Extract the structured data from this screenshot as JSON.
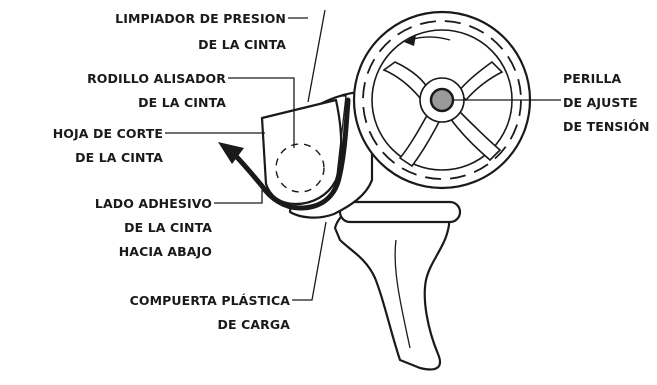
{
  "labels": {
    "presion": [
      "LIMPIADOR DE PRESION",
      "DE LA CINTA"
    ],
    "rodillo": [
      "RODILLO ALISADOR",
      "DE LA CINTA"
    ],
    "hoja": [
      "HOJA DE CORTE",
      "DE LA CINTA"
    ],
    "lado": [
      "LADO ADHESIVO",
      "DE LA CINTA",
      "HACIA ABAJO"
    ],
    "compuerta": [
      "COMPUERTA PLÁSTICA",
      "DE CARGA"
    ],
    "perilla": [
      "PERILLA",
      "DE AJUSTE",
      "DE TENSIÓN"
    ]
  },
  "colors": {
    "ink": "#1a1a1a",
    "background": "#ffffff",
    "knob": "#9a9a9a"
  }
}
